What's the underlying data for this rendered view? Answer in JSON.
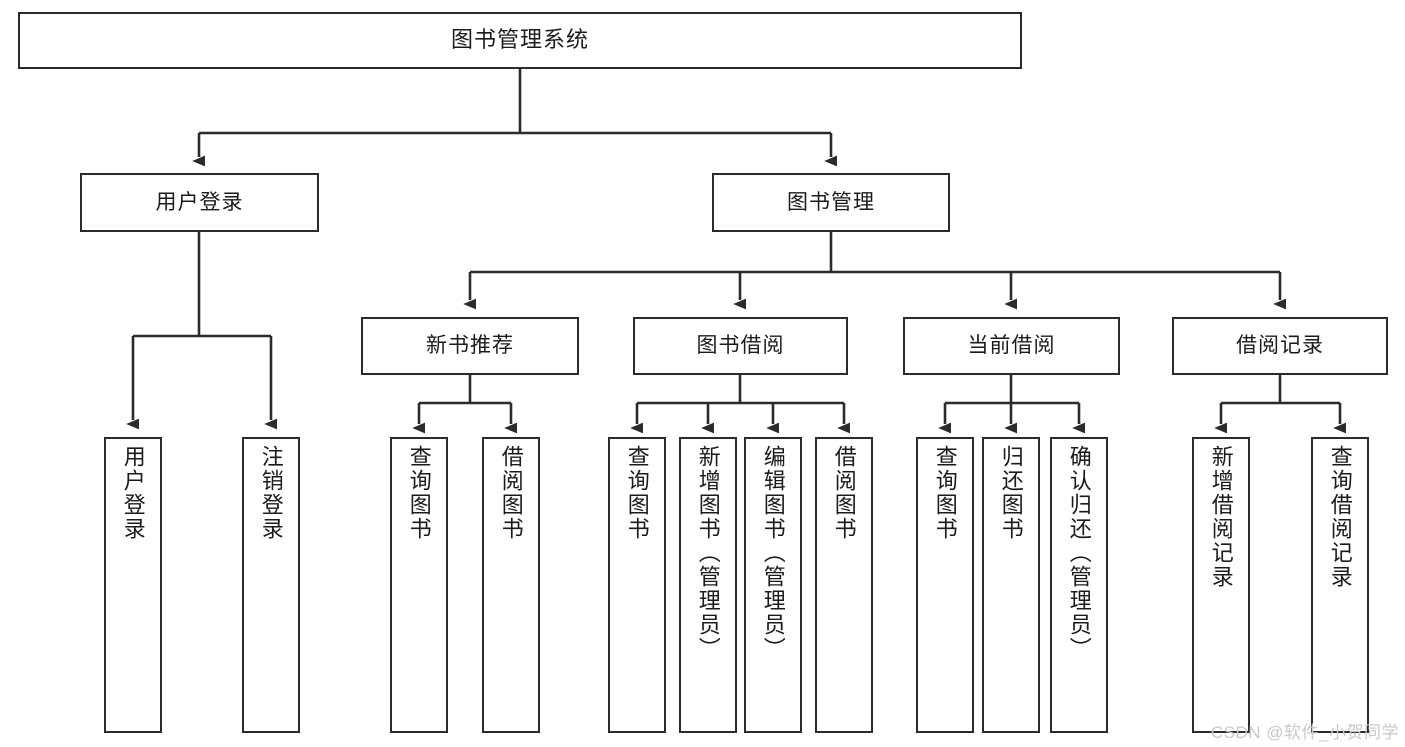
{
  "diagram": {
    "type": "tree-hierarchy",
    "title": "图书管理系统",
    "watermark": "CSDN @软件_小贺同学",
    "colors": {
      "stroke": "#2b2b2b",
      "fill": "#ffffff",
      "text": "#1b1b1b",
      "watermark": "#c9c9c9"
    },
    "nodes": {
      "root": {
        "label": "图书管理系统"
      },
      "level1": [
        {
          "label": "用户登录"
        },
        {
          "label": "图书管理"
        }
      ],
      "level2": [
        {
          "label": "新书推荐"
        },
        {
          "label": "图书借阅"
        },
        {
          "label": "当前借阅"
        },
        {
          "label": "借阅记录"
        }
      ],
      "leaves": {
        "user_login": [
          {
            "label": "用户登录"
          },
          {
            "label": "注销登录"
          }
        ],
        "new_book_recommend": [
          {
            "label": "查询图书"
          },
          {
            "label": "借阅图书"
          }
        ],
        "book_borrow": [
          {
            "label": "查询图书"
          },
          {
            "label": "新增图书（管理员）"
          },
          {
            "label": "编辑图书（管理员）"
          },
          {
            "label": "借阅图书"
          }
        ],
        "current_borrow": [
          {
            "label": "查询图书"
          },
          {
            "label": "归还图书"
          },
          {
            "label": "确认归还（管理员）"
          }
        ],
        "borrow_record": [
          {
            "label": "新增借阅记录"
          },
          {
            "label": "查询借阅记录"
          }
        ]
      }
    }
  }
}
